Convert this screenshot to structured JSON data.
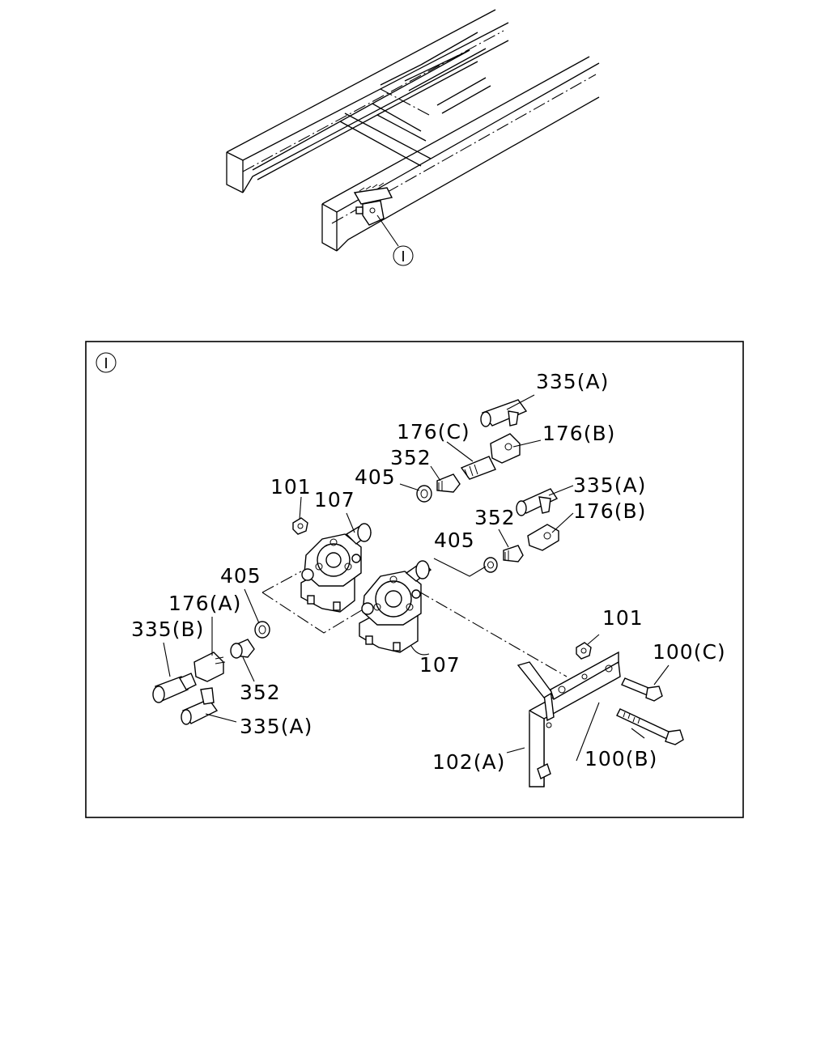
{
  "overview": {
    "callout": "I"
  },
  "detail": {
    "callout": "I",
    "labels": {
      "l335a_top": "335(A)",
      "l176c": "176(C)",
      "l176b_top": "176(B)",
      "l352_top": "352",
      "l405_top": "405",
      "l101_left": "101",
      "l107_top": "107",
      "l335a_mid": "335(A)",
      "l352_mid": "352",
      "l176b_mid": "176(B)",
      "l405_mid": "405",
      "l405_left": "405",
      "l176a": "176(A)",
      "l335b": "335(B)",
      "l352_low": "352",
      "l107_low": "107",
      "l101_right": "101",
      "l100c": "100(C)",
      "l335a_low": "335(A)",
      "l102a": "102(A)",
      "l100b": "100(B)"
    }
  }
}
